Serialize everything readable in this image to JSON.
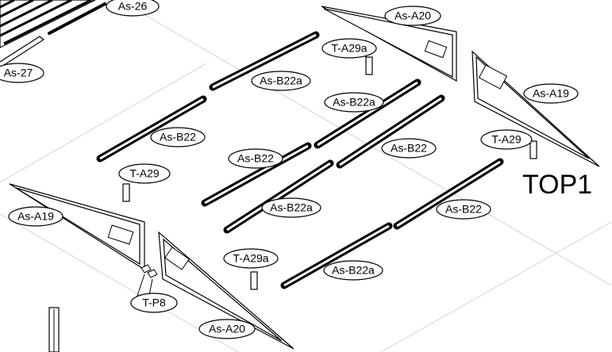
{
  "diagram": {
    "sheet_label": "TOP1",
    "labels": [
      {
        "id": "as-26",
        "text": "As-26"
      },
      {
        "id": "as-27",
        "text": "As-27"
      },
      {
        "id": "as-a20-top",
        "text": "As-A20"
      },
      {
        "id": "t-a29a-top",
        "text": "T-A29a"
      },
      {
        "id": "as-b22a-1",
        "text": "As-B22a"
      },
      {
        "id": "as-a19-right",
        "text": "As-A19"
      },
      {
        "id": "as-b22a-2",
        "text": "As-B22a"
      },
      {
        "id": "as-b22-1",
        "text": "As-B22"
      },
      {
        "id": "t-a29-right",
        "text": "T-A29"
      },
      {
        "id": "as-b22-2",
        "text": "As-B22"
      },
      {
        "id": "as-b22-3",
        "text": "As-B22"
      },
      {
        "id": "t-a29-left",
        "text": "T-A29"
      },
      {
        "id": "as-b22a-3",
        "text": "As-B22a"
      },
      {
        "id": "as-b22-4",
        "text": "As-B22"
      },
      {
        "id": "as-a19-left",
        "text": "As-A19"
      },
      {
        "id": "t-a29a-bottom",
        "text": "T-A29a"
      },
      {
        "id": "as-b22a-4",
        "text": "As-B22a"
      },
      {
        "id": "t-p8",
        "text": "T-P8"
      },
      {
        "id": "as-a20-bottom",
        "text": "As-A20"
      }
    ]
  }
}
